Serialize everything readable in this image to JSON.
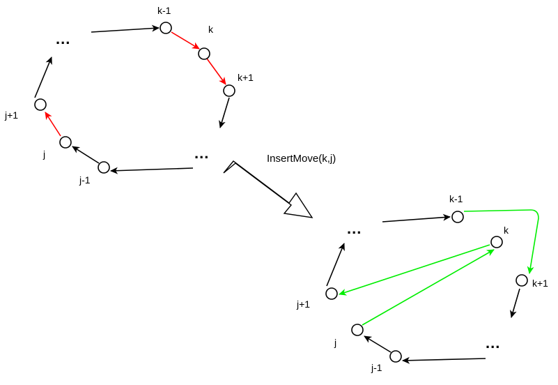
{
  "operation_label": "InsertMove(k,j)",
  "colors": {
    "black": "#000000",
    "red": "#ff0000",
    "green": "#00ee00"
  },
  "before": {
    "labels": {
      "k_minus_1": "k-1",
      "k": "k",
      "k_plus_1": "k+1",
      "j_plus_1": "j+1",
      "j": "j",
      "j_minus_1": "j-1",
      "ellipsis_top": "...",
      "ellipsis_bottom": "..."
    }
  },
  "after": {
    "labels": {
      "k_minus_1": "k-1",
      "k": "k",
      "k_plus_1": "k+1",
      "j_plus_1": "j+1",
      "j": "j",
      "j_minus_1": "j-1",
      "ellipsis_top": "...",
      "ellipsis_bottom": "..."
    }
  }
}
